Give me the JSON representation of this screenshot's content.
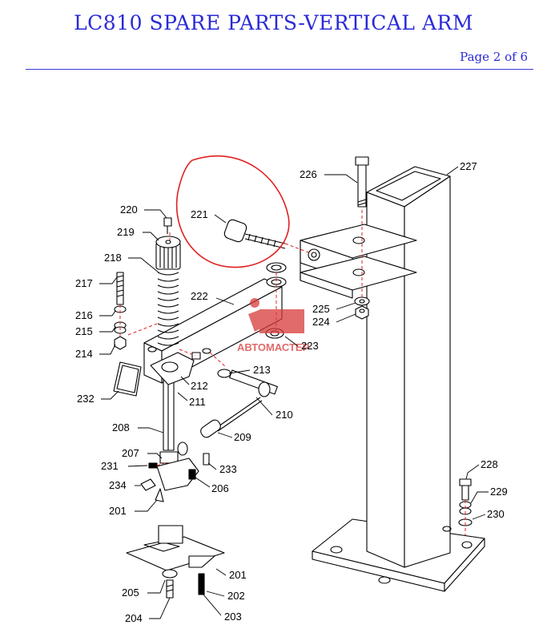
{
  "header": {
    "title": "LC810 SPARE PARTS-VERTICAL ARM",
    "page": "Page 2 of 6"
  },
  "colors": {
    "header_text": "#2a2ad8",
    "rule": "#3a3ad0",
    "highlight": "#e02020",
    "watermark": "#d83a3a",
    "ink": "#000000"
  },
  "watermark": "АВТОМАСТЕР",
  "labels": {
    "p201a": "201",
    "p201b": "201",
    "p202": "202",
    "p203": "203",
    "p204": "204",
    "p205": "205",
    "p206": "206",
    "p207": "207",
    "p208": "208",
    "p209": "209",
    "p210": "210",
    "p211": "211",
    "p212": "212",
    "p213": "213",
    "p214": "214",
    "p215": "215",
    "p216": "216",
    "p217": "217",
    "p218": "218",
    "p219": "219",
    "p220": "220",
    "p221": "221",
    "p222": "222",
    "p223": "223",
    "p224": "224",
    "p225": "225",
    "p226": "226",
    "p227": "227",
    "p228": "228",
    "p229": "229",
    "p230": "230",
    "p231": "231",
    "p232": "232",
    "p233": "233",
    "p234": "234"
  }
}
